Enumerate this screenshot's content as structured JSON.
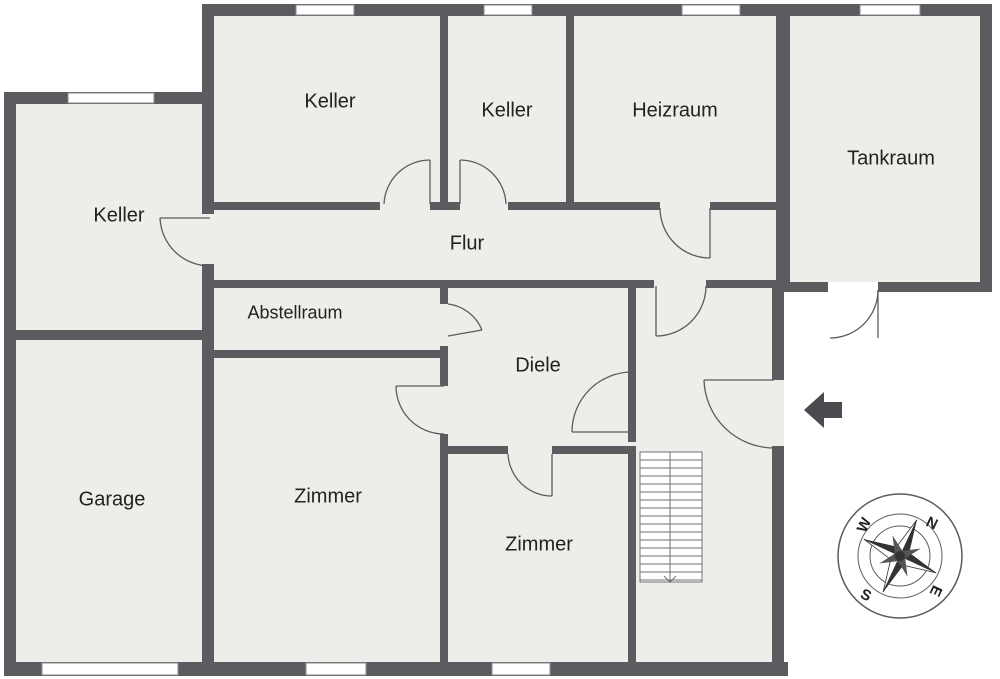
{
  "rooms": {
    "keller_top_left": "Keller",
    "keller_top_mid": "Keller",
    "heizraum": "Heizraum",
    "tankraum": "Tankraum",
    "keller_left": "Keller",
    "flur": "Flur",
    "abstellraum": "Abstellraum",
    "diele": "Diele",
    "garage": "Garage",
    "zimmer_mid": "Zimmer",
    "zimmer_right": "Zimmer"
  },
  "compass": {
    "n": "N",
    "e": "E",
    "s": "S",
    "w": "W"
  },
  "entrance": {
    "icon": "entrance-arrow-icon"
  },
  "colors": {
    "wall": "#5b5c60",
    "floor": "#edeee9"
  }
}
